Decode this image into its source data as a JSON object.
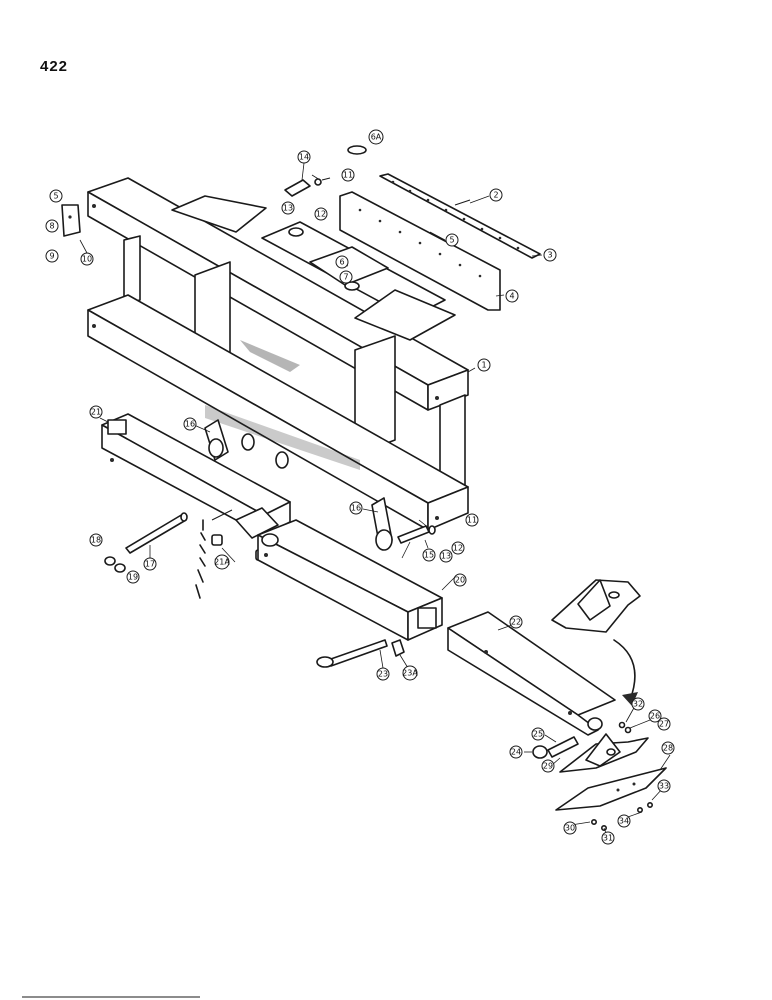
{
  "page": {
    "number": "422"
  },
  "callouts": [
    {
      "id": "1",
      "label": "1"
    },
    {
      "id": "2",
      "label": "2"
    },
    {
      "id": "3",
      "label": "3"
    },
    {
      "id": "4",
      "label": "4"
    },
    {
      "id": "5",
      "label": "5"
    },
    {
      "id": "5b",
      "label": "5"
    },
    {
      "id": "6",
      "label": "6"
    },
    {
      "id": "6a",
      "label": "6A"
    },
    {
      "id": "7",
      "label": "7"
    },
    {
      "id": "8",
      "label": "8"
    },
    {
      "id": "9",
      "label": "9"
    },
    {
      "id": "10",
      "label": "10"
    },
    {
      "id": "11",
      "label": "11"
    },
    {
      "id": "11b",
      "label": "11"
    },
    {
      "id": "12",
      "label": "12"
    },
    {
      "id": "12b",
      "label": "12"
    },
    {
      "id": "13",
      "label": "13"
    },
    {
      "id": "13b",
      "label": "13"
    },
    {
      "id": "14",
      "label": "14"
    },
    {
      "id": "15",
      "label": "15"
    },
    {
      "id": "16",
      "label": "16"
    },
    {
      "id": "16b",
      "label": "16"
    },
    {
      "id": "17",
      "label": "17"
    },
    {
      "id": "18",
      "label": "18"
    },
    {
      "id": "19",
      "label": "19"
    },
    {
      "id": "20",
      "label": "20"
    },
    {
      "id": "21",
      "label": "21"
    },
    {
      "id": "21a",
      "label": "21A"
    },
    {
      "id": "22",
      "label": "22"
    },
    {
      "id": "23",
      "label": "23"
    },
    {
      "id": "23a",
      "label": "23A"
    },
    {
      "id": "24",
      "label": "24"
    },
    {
      "id": "25",
      "label": "25"
    },
    {
      "id": "26",
      "label": "26"
    },
    {
      "id": "27",
      "label": "27"
    },
    {
      "id": "28",
      "label": "28"
    },
    {
      "id": "29",
      "label": "29"
    },
    {
      "id": "30",
      "label": "30"
    },
    {
      "id": "31",
      "label": "31"
    },
    {
      "id": "32",
      "label": "32"
    },
    {
      "id": "33",
      "label": "33"
    },
    {
      "id": "34",
      "label": "34"
    }
  ]
}
